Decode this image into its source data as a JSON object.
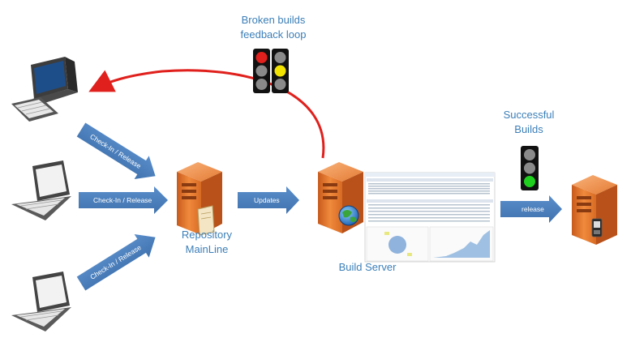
{
  "feedback": {
    "line1": "Broken builds",
    "line2": "feedback loop"
  },
  "successful": {
    "line1": "Successful",
    "line2": "Builds"
  },
  "repository": {
    "line1": "Repository",
    "line2": "MainLine"
  },
  "build_server": {
    "label": "Build Server"
  },
  "arrows": {
    "checkin_top": "Check-In / Release",
    "checkin_mid": "Check-In / Release",
    "checkin_bottom": "Check-In / Release",
    "updates": "Updates",
    "release": "release"
  },
  "colors": {
    "arrow_fill": "#4a7ebb",
    "feedback_arrow": "#e0201c",
    "server_orange": "#e8762c",
    "label_blue": "#3c7fb8",
    "light_red": "#e0201c",
    "light_yellow": "#f2e400",
    "light_green": "#1fd01f"
  },
  "icons": [
    "desktop-computer-icon",
    "laptop-icon",
    "server-icon",
    "globe-icon",
    "document-icon",
    "traffic-light-icon",
    "usb-device-icon"
  ]
}
